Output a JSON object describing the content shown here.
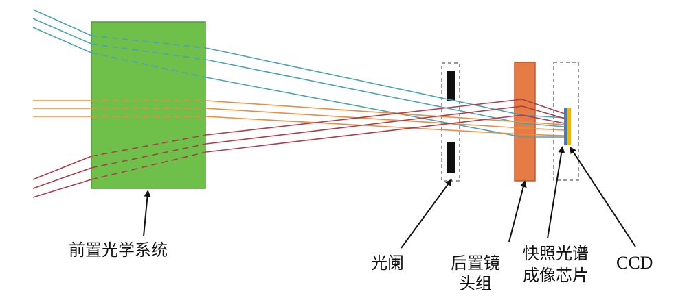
{
  "labels": {
    "front_optics": "前置光学系统",
    "aperture": "光阑",
    "rear_lens_line1": "后置镜",
    "rear_lens_line2": "头组",
    "chip_line1": "快照光谱",
    "chip_line2": "成像芯片",
    "ccd": "CCD"
  },
  "colors": {
    "front_optics_fill": "#6fc04a",
    "front_optics_stroke": "#4e9a2e",
    "rear_lens_fill": "#e57b45",
    "rear_lens_stroke": "#c2592a",
    "aperture_blade": "#111111",
    "ray_blue": "#4aa3b5",
    "ray_orange": "#f08a3c",
    "ray_red": "#b03a48",
    "chip": "#3a7fc4",
    "ccd": "#f2b400",
    "dashed_frame": "#777777",
    "arrow": "#111111"
  }
}
